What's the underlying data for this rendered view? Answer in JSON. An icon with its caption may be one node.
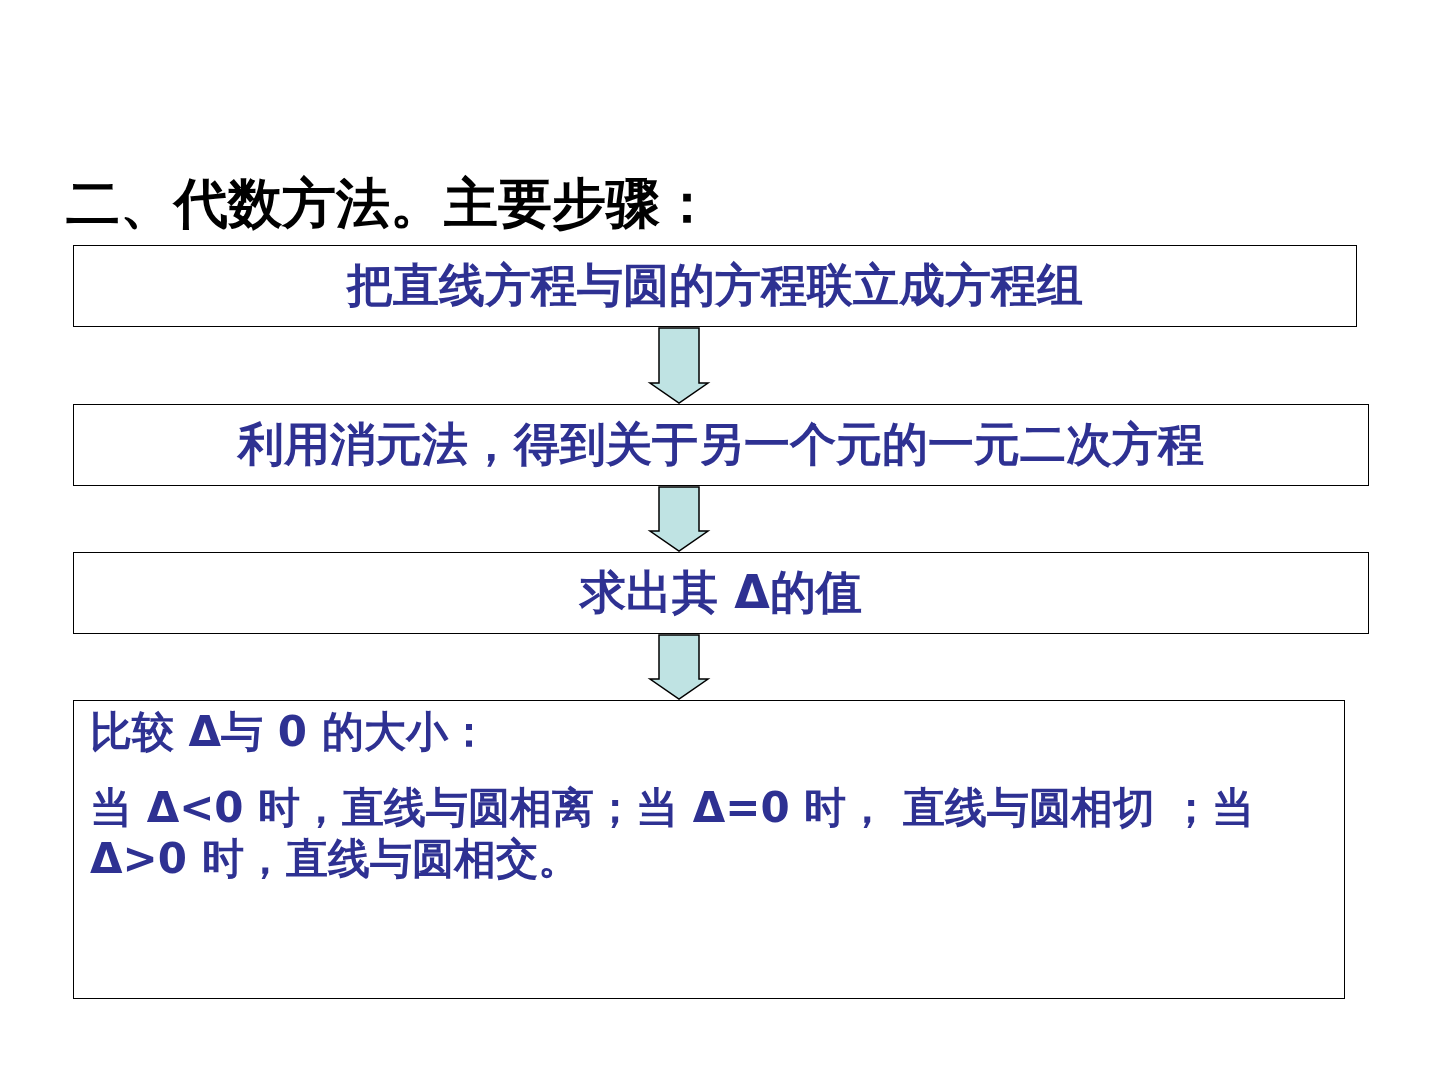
{
  "diagram": {
    "title": "二、代数方法。主要步骤：",
    "nodes": [
      {
        "text": [
          "把直线方程与圆的方程联立成方程组"
        ]
      },
      {
        "text": [
          "利用消元法，得到关于另一个元的一元二次方程"
        ]
      },
      {
        "text": [
          "求出其 Δ的值"
        ]
      },
      {
        "text": [
          "比较 Δ与 0 的大小：",
          "当 **Δ<0** 时，直线与圆相离；当 **Δ=0** 时， 直线与圆相切 ；当 **Δ>0** 时，直线与圆相交。"
        ]
      }
    ],
    "edges": [
      {
        "from": 0,
        "to": 1,
        "arrow": "to"
      },
      {
        "from": 1,
        "to": 2,
        "arrow": "to"
      },
      {
        "from": 2,
        "to": 3,
        "arrow": "to"
      }
    ]
  }
}
